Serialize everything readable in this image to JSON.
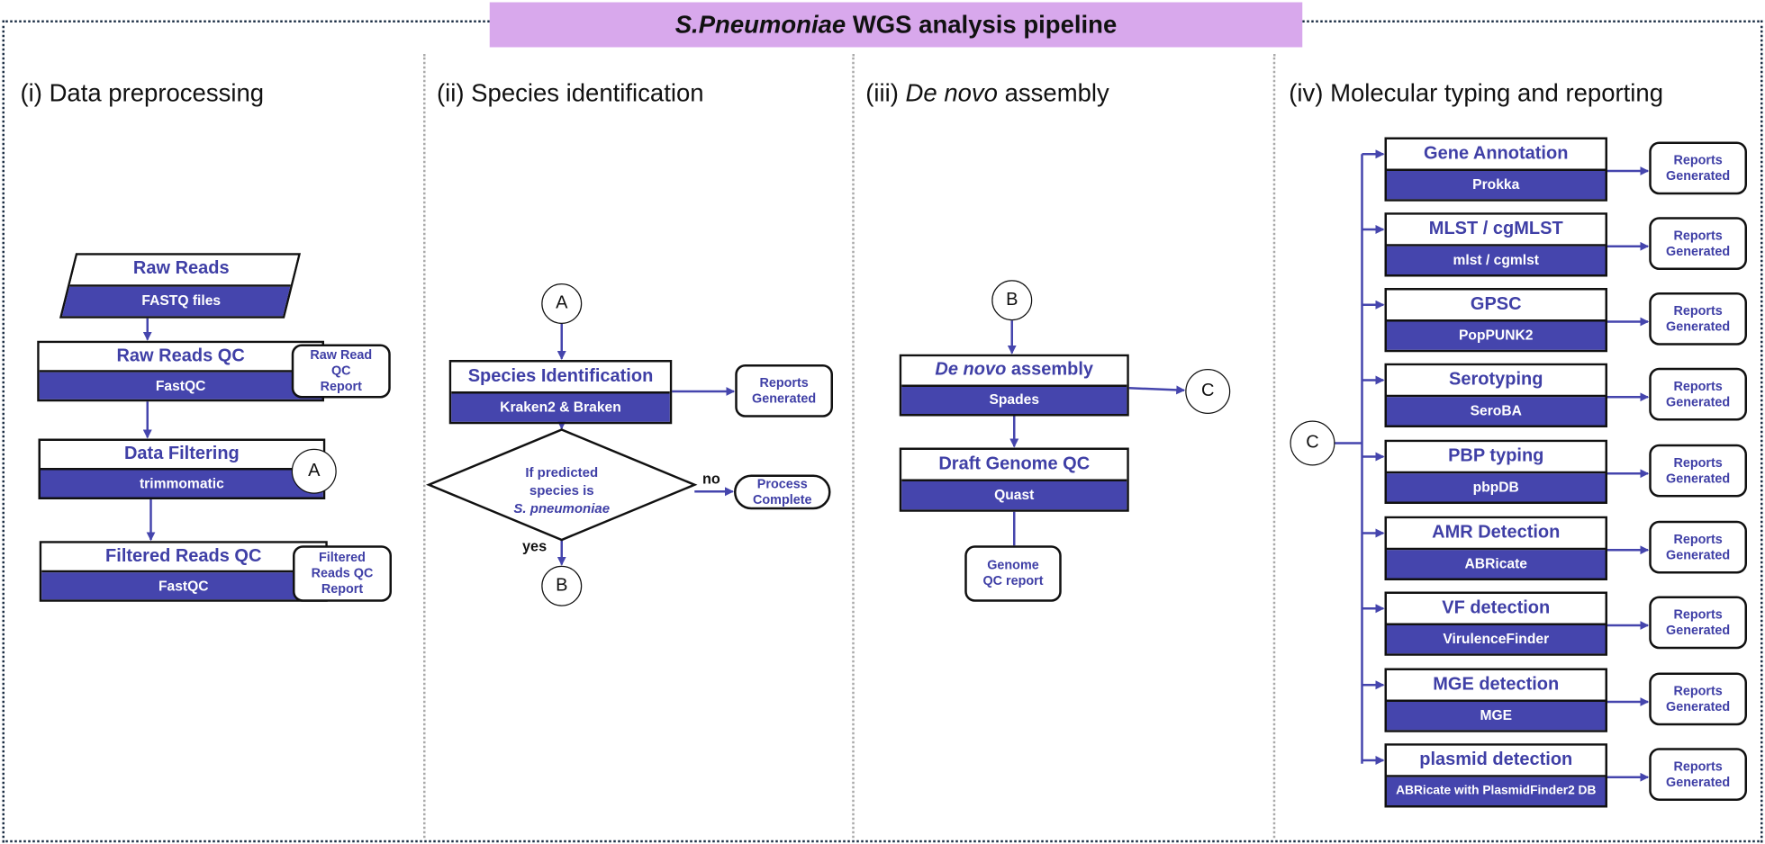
{
  "title": {
    "italic": "S.Pneumoniae",
    "rest": " WGS analysis pipeline"
  },
  "colors": {
    "accent": "#4545ad",
    "title_bg": "#d8a8ec"
  },
  "sections": [
    {
      "prefix": "(i) ",
      "label": "Data preprocessing"
    },
    {
      "prefix": "(ii) ",
      "label": "Species identification"
    },
    {
      "prefix": "(iii) ",
      "italic": "De novo",
      "label": " assembly"
    },
    {
      "prefix": "(iv) ",
      "label": "Molecular typing and reporting"
    }
  ],
  "preprocessing": {
    "input": {
      "title": "Raw Reads",
      "tool": "FASTQ files"
    },
    "raw_qc": {
      "title": "Raw Reads QC",
      "tool": "FastQC",
      "report": [
        "Raw Read",
        "QC",
        "Report"
      ]
    },
    "filtering": {
      "title": "Data Filtering",
      "tool": "trimmomatic",
      "connector": "A"
    },
    "filtered_qc": {
      "title": "Filtered Reads QC",
      "tool": "FastQC",
      "report": [
        "Filtered",
        "Reads QC",
        "Report"
      ]
    }
  },
  "species": {
    "connector_in": "A",
    "step": {
      "title": "Species Identification",
      "tool": "Kraken2 & Braken",
      "report": [
        "Reports",
        "Generated"
      ]
    },
    "decision": {
      "line1": "If predicted",
      "line2": "species is",
      "line3": "S. pneumoniae"
    },
    "no_label": "no",
    "yes_label": "yes",
    "complete": [
      "Process",
      "Complete"
    ],
    "connector_out": "B"
  },
  "assembly": {
    "connector_in": "B",
    "step": {
      "title_italic": "De novo",
      "title_rest": " assembly",
      "tool": "Spades",
      "connector": "C"
    },
    "qc": {
      "title": "Draft Genome QC",
      "tool": "Quast",
      "report": [
        "Genome",
        "QC report"
      ]
    }
  },
  "typing": {
    "connector_in": "C",
    "report": [
      "Reports",
      "Generated"
    ],
    "steps": [
      {
        "title": "Gene Annotation",
        "tool": "Prokka"
      },
      {
        "title": "MLST / cgMLST",
        "tool": "mlst  / cgmlst"
      },
      {
        "title": "GPSC",
        "tool": "PopPUNK2"
      },
      {
        "title": "Serotyping",
        "tool": "SeroBA"
      },
      {
        "title": "PBP typing",
        "tool": "pbpDB"
      },
      {
        "title": "AMR Detection",
        "tool": "ABRicate"
      },
      {
        "title": "VF detection",
        "tool": "VirulenceFinder"
      },
      {
        "title": "MGE detection",
        "tool": "MGE"
      },
      {
        "title": "plasmid detection",
        "tool": "ABRicate  with PlasmidFinder2 DB"
      }
    ]
  }
}
